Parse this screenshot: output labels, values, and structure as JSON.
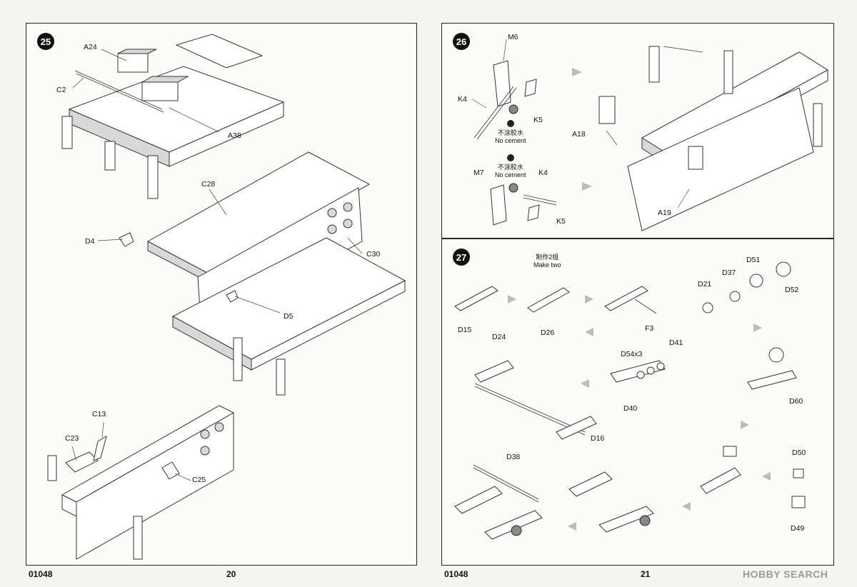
{
  "left_page": {
    "step": "25",
    "labels": {
      "a24": "A24",
      "c2": "C2",
      "a38": "A38",
      "c28": "C28",
      "d4": "D4",
      "c30": "C30",
      "d5": "D5",
      "c13": "C13",
      "c23": "C23",
      "c25": "C25"
    },
    "footer_code": "01048",
    "page_number": "20"
  },
  "right_page": {
    "step26": {
      "step": "26",
      "labels": {
        "m6": "M6",
        "k4_top": "K4",
        "k5_top": "K5",
        "m7": "M7",
        "k4_bottom": "K4",
        "k5_bottom": "K5",
        "a18": "A18",
        "a19": "A19"
      },
      "no_cement_cn_1": "不涂胶水",
      "no_cement_en_1": "No cement",
      "no_cement_cn_2": "不涂胶水",
      "no_cement_en_2": "No cement"
    },
    "step27": {
      "step": "27",
      "make_two_cn": "制作2组",
      "make_two_en": "Make two",
      "labels": {
        "d15": "D15",
        "d24": "D24",
        "d26": "D26",
        "f3": "F3",
        "d21": "D21",
        "d37": "D37",
        "d51": "D51",
        "d52": "D52",
        "d54x3": "D54x3",
        "d41": "D41",
        "d40": "D40",
        "d60": "D60",
        "d16": "D16",
        "d38": "D38",
        "d50": "D50",
        "d49": "D49"
      }
    },
    "footer_code": "01048",
    "page_number": "21"
  },
  "watermark": "HOBBY SEARCH",
  "colors": {
    "ink": "#111111",
    "part_fill": "#ffffff",
    "shade": "#d8d8d8",
    "arrow": "#bbbbbb",
    "watermark": "#9a9a9a"
  }
}
